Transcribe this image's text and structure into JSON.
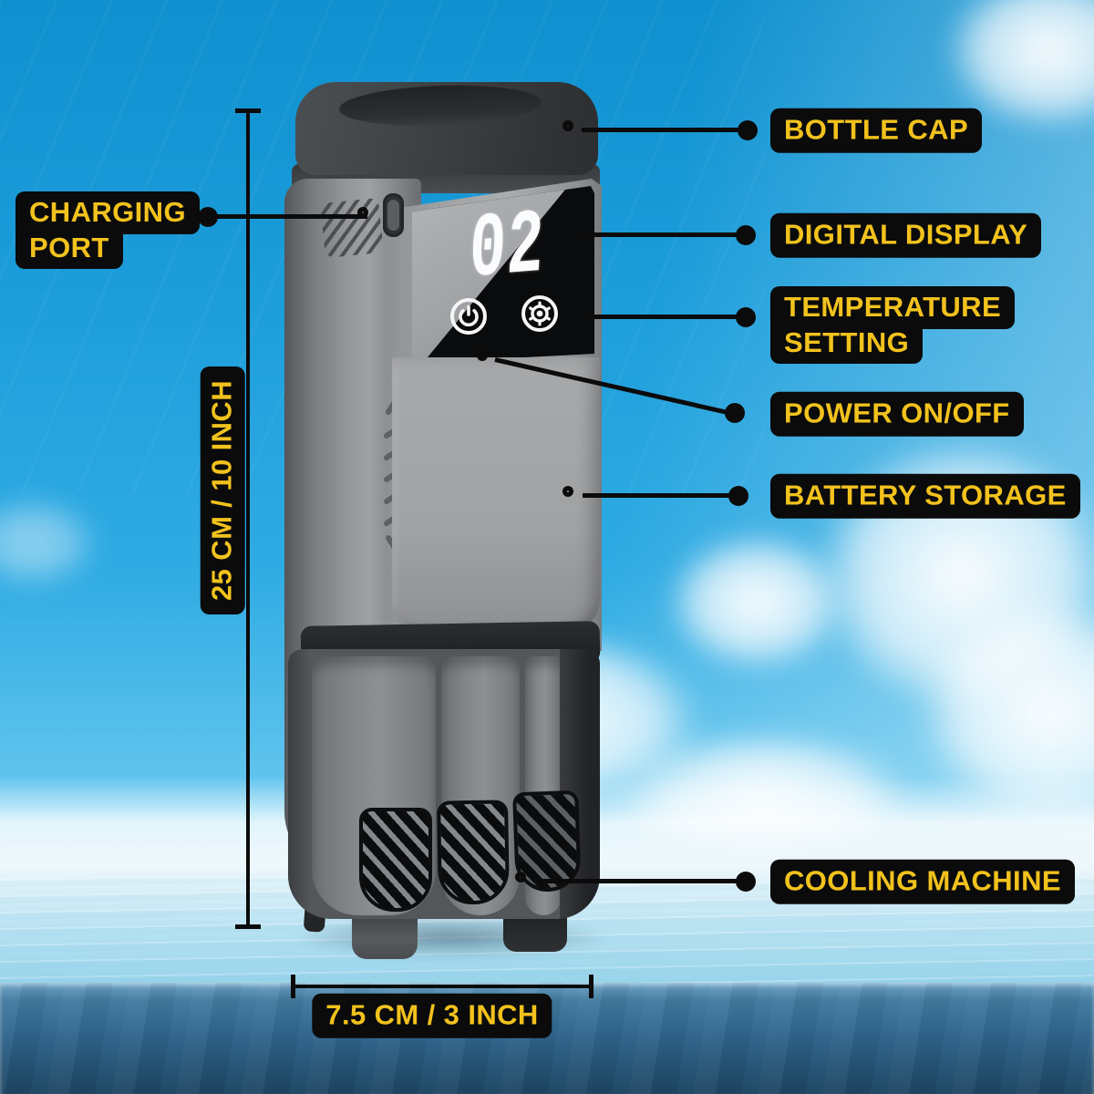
{
  "scene": {
    "title": "Portable bottle cooling machine infographic"
  },
  "display": {
    "value": "02",
    "buttons": [
      "power-icon",
      "gear-icon"
    ]
  },
  "callouts": {
    "bottle_cap": {
      "label": "BOTTLE CAP"
    },
    "charging_port": {
      "line1": "CHARGING",
      "line2": "PORT"
    },
    "digital_display": {
      "label": "DIGITAL DISPLAY"
    },
    "temperature_setting": {
      "line1": "TEMPERATURE",
      "line2": "SETTING"
    },
    "power_on_off": {
      "label": "POWER ON/OFF"
    },
    "battery_storage": {
      "label": "BATTERY STORAGE"
    },
    "cooling_machine": {
      "label": "COOLING MACHINE"
    }
  },
  "dimensions": {
    "height": "25 CM / 10 INCH",
    "width": "7.5 CM / 3 INCH"
  },
  "colors": {
    "label_bg": "#0b0b0b",
    "label_text": "#f2c21d",
    "leader_line": "#0b0b0b",
    "sky": "#1d9edb",
    "ledge": "#326890"
  }
}
